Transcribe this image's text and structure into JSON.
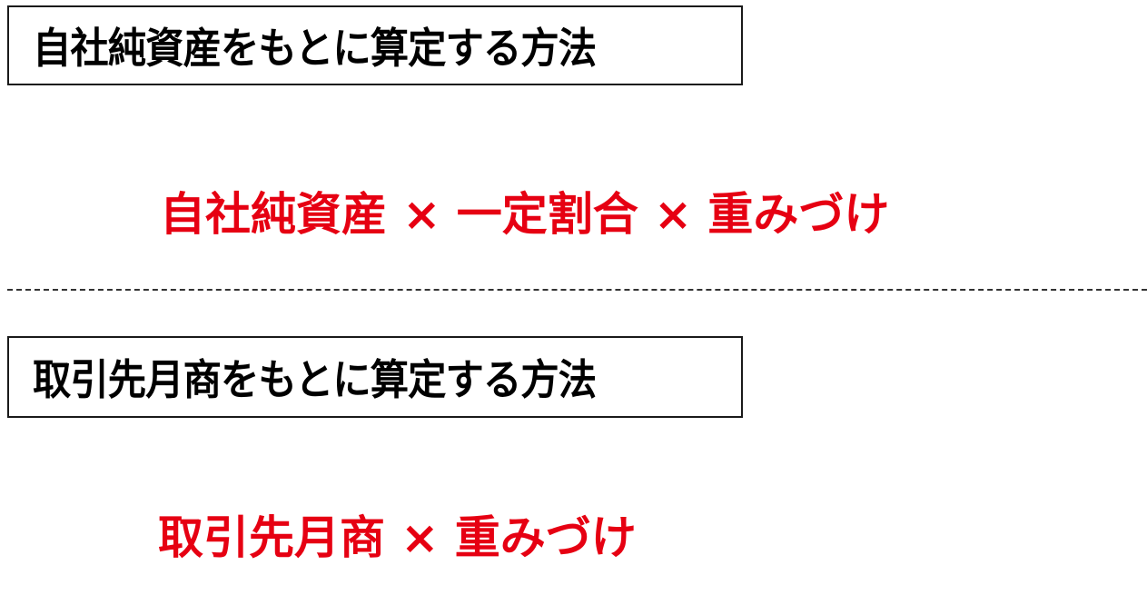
{
  "sections": [
    {
      "title": "自社純資産をもとに算定する方法",
      "formula": "自社純資産 × 一定割合 × 重みづけ"
    },
    {
      "title": "取引先月商をもとに算定する方法",
      "formula": "取引先月商 × 重みづけ"
    }
  ],
  "colors": {
    "title_text": "#000000",
    "formula_text": "#e60012",
    "border": "#1a1a1a"
  }
}
